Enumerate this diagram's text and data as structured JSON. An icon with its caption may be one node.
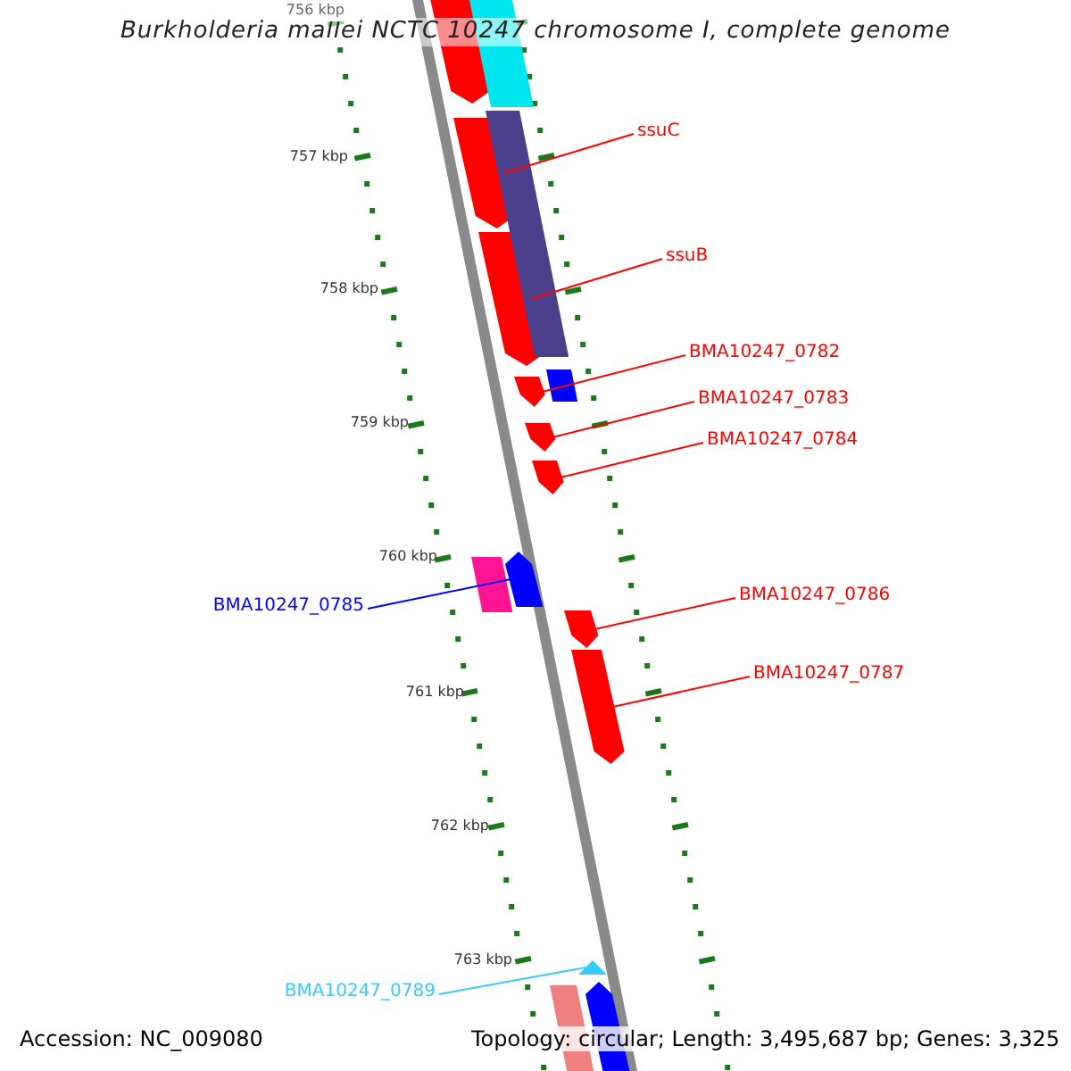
{
  "diagram": {
    "title": "Burkholderia mallei NCTC 10247 chromosome I, complete genome",
    "nodes": [
      {
        "text": [
          "ssuC"
        ]
      },
      {
        "text": [],
        "shape": "bar"
      },
      {
        "text": [
          "ssuB"
        ]
      },
      {
        "text": [],
        "shape": "bar"
      },
      {
        "text": [
          "BMA10247_0782"
        ]
      },
      {
        "text": [],
        "shape": "bar"
      },
      {
        "text": [
          "BMA10247_0783"
        ]
      },
      {
        "text": [],
        "shape": "bar"
      },
      {
        "text": [
          "BMA10247_0784"
        ]
      },
      {
        "text": [],
        "shape": "bar"
      },
      {
        "text": [
          "BMA10247_0785"
        ]
      },
      {
        "text": [],
        "shape": "bar"
      },
      {
        "text": [
          "BMA10247_0786"
        ]
      },
      {
        "text": [],
        "shape": "bar"
      },
      {
        "text": [
          "BMA10247_0787"
        ]
      },
      {
        "text": [],
        "shape": "bar"
      },
      {
        "text": [
          "BMA10247_0789"
        ]
      },
      {
        "text": [],
        "shape": "bar"
      },
      {
        "text": [],
        "shape": "bar"
      },
      {
        "text": [],
        "shape": "bar"
      },
      {
        "text": [],
        "shape": "bar"
      },
      {
        "text": [],
        "shape": "bar"
      },
      {
        "text": [],
        "shape": "bar"
      },
      {
        "text": [],
        "shape": "bar"
      },
      {
        "text": [],
        "shape": "bar"
      }
    ],
    "edges": [
      {
        "from": 0,
        "to": 1,
        "arrow": "none"
      },
      {
        "from": 2,
        "to": 3,
        "arrow": "none"
      },
      {
        "from": 4,
        "to": 5,
        "arrow": "none"
      },
      {
        "from": 6,
        "to": 7,
        "arrow": "none"
      },
      {
        "from": 8,
        "to": 9,
        "arrow": "none"
      },
      {
        "from": 10,
        "to": 11,
        "arrow": "none",
        "color": "#0000ff"
      },
      {
        "from": 12,
        "to": 13,
        "arrow": "none"
      },
      {
        "from": 14,
        "to": 15,
        "arrow": "none"
      },
      {
        "from": 16,
        "to": 17,
        "arrow": "none",
        "color": "#33ccff"
      }
    ],
    "labels": [
      "756 kbp",
      "757 kbp",
      "758 kbp",
      "759 kbp",
      "760 kbp",
      "761 kbp",
      "762 kbp",
      "763 kbp",
      "Accession: NC_009080",
      "Topology: circular; Length: 3,495,687 bp; Genes: 3,325"
    ]
  }
}
